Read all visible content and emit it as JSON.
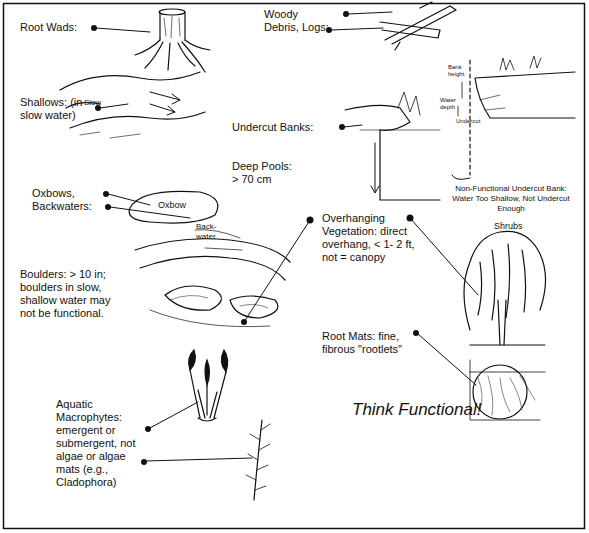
{
  "diagram": {
    "labels": [
      "Root Wads:",
      "Woody Debris, Logs:",
      "Shallows: (in slow water)",
      "Slow",
      "Undercut Banks:",
      "Deep Pools: > 70 cm",
      "Bank height",
      "Water depth",
      "Undercut",
      "Non-Functional Undercut Bank: Water Too Shallow, Not Undercut Enough",
      "Oxbows, Backwaters:",
      "Oxbow",
      "Back-water",
      "Overhanging Vegetation: direct overhang, < 1- 2 ft, not = canopy",
      "Shrubs",
      "Boulders: > 10 in; boulders in slow, shallow water may not be functional.",
      "Root Mats: fine, fibrous \"rootlets\"",
      "Aquatic Macrophytes: emergent or submergent, not algae or algae mats (e.g., Cladophora)",
      "Think Functional!"
    ]
  }
}
